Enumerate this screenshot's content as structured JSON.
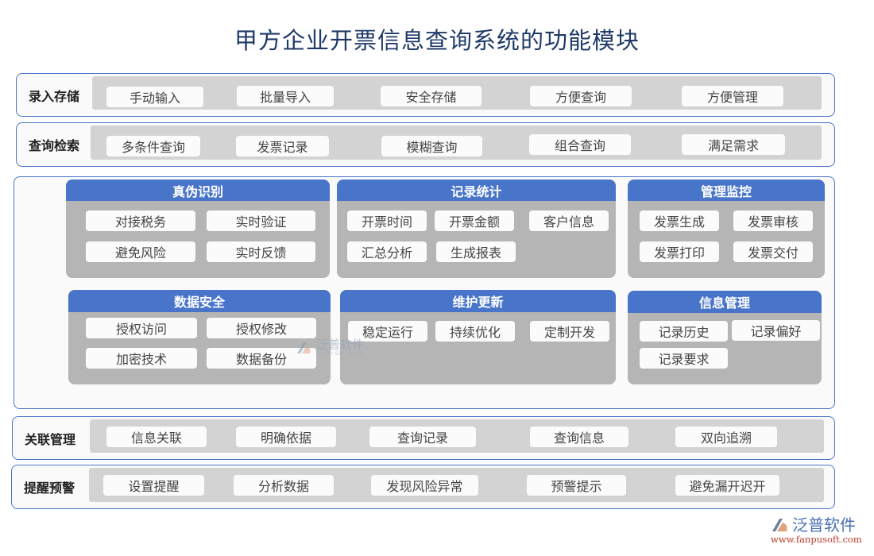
{
  "title": "甲方企业开票信息查询系统的功能模块",
  "rows_top": [
    {
      "label": "录入存储",
      "items": [
        "手动输入",
        "批量导入",
        "安全存储",
        "方便查询",
        "方便管理"
      ]
    },
    {
      "label": "查询检索",
      "items": [
        "多条件查询",
        "发票记录",
        "模糊查询",
        "组合查询",
        "满足需求"
      ]
    }
  ],
  "modules": [
    {
      "title": "真伪识别",
      "items": [
        "对接税务",
        "实时验证",
        "避免风险",
        "实时反馈"
      ]
    },
    {
      "title": "记录统计",
      "items": [
        "开票时间",
        "开票金额",
        "客户信息",
        "汇总分析",
        "生成报表"
      ]
    },
    {
      "title": "管理监控",
      "items": [
        "发票生成",
        "发票审核",
        "发票打印",
        "发票交付"
      ]
    },
    {
      "title": "数据安全",
      "items": [
        "授权访问",
        "授权修改",
        "加密技术",
        "数据备份"
      ]
    },
    {
      "title": "维护更新",
      "items": [
        "稳定运行",
        "持续优化",
        "定制开发"
      ]
    },
    {
      "title": "信息管理",
      "items": [
        "记录历史",
        "记录偏好",
        "记录要求"
      ]
    }
  ],
  "rows_bottom": [
    {
      "label": "关联管理",
      "items": [
        "信息关联",
        "明确依据",
        "查询记录",
        "查询信息",
        "双向追溯"
      ]
    },
    {
      "label": "提醒预警",
      "items": [
        "设置提醒",
        "分析数据",
        "发现风险异常",
        "预警提示",
        "避免漏开迟开"
      ]
    }
  ],
  "watermark": {
    "name": "泛普软件",
    "sub": "FANPU SOFTWARE"
  },
  "brand": {
    "name": "泛普软件",
    "url": "www.fanpusoft.com"
  },
  "colors": {
    "frame_border": "#4a74c9",
    "card_header": "#4874c9",
    "card_body": "#b5b5b5",
    "row_band": "#d3d3d3",
    "title": "#1f3a68",
    "brand_url": "#c0392b"
  }
}
